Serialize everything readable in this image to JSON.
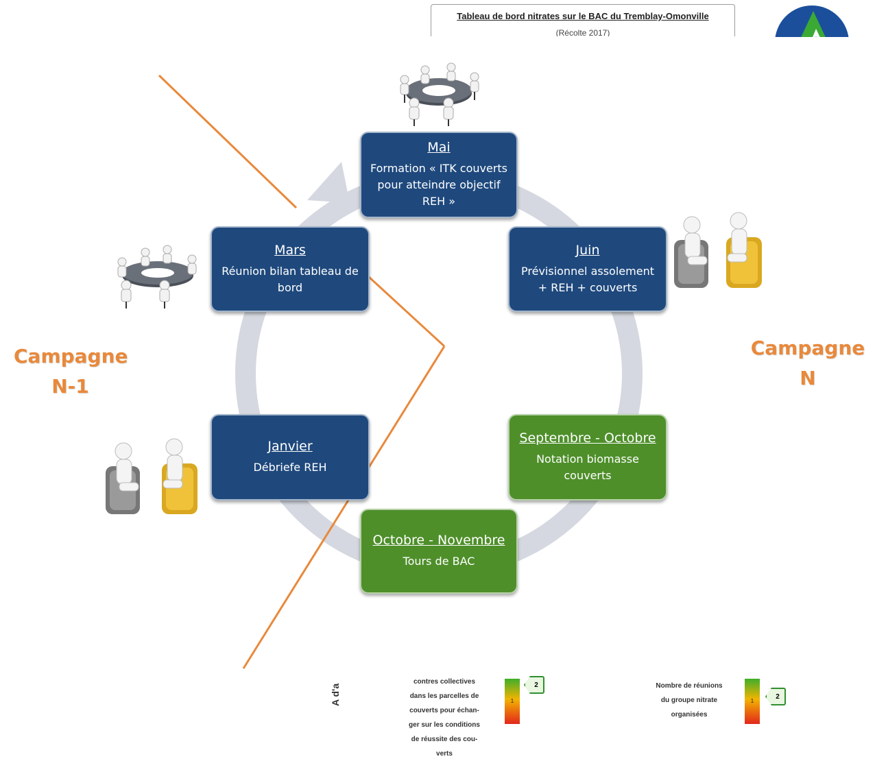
{
  "header": {
    "title": "Tableau de bord nitrates sur le BAC du Tremblay-Omonville",
    "subtitle": "(Récolte 2017)"
  },
  "cycle": {
    "mai": {
      "title": "Mai",
      "desc": "Formation « ITK couverts pour atteindre objectif REH »"
    },
    "juin": {
      "title": "Juin",
      "desc": "Prévisionnel assolement + REH + couverts"
    },
    "sept": {
      "title": "Septembre - Octobre",
      "desc": "Notation biomasse couverts"
    },
    "oct": {
      "title": "Octobre - Novembre",
      "desc": "Tours de BAC"
    },
    "janv": {
      "title": "Janvier",
      "desc": "Débriefe REH"
    },
    "mars": {
      "title": "Mars",
      "desc": "Réunion bilan tableau de bord"
    }
  },
  "campagne": {
    "left_line1": "Campagne",
    "left_line2": "N-1",
    "right": "Campagne N"
  },
  "colors": {
    "blue_box": "#1f497d",
    "green_box": "#4e8f2a",
    "orange": "#e8893c",
    "ring": "#d5d8e0"
  },
  "bottom": {
    "rotated_text": "A d'a",
    "left_lines": [
      "contres collectives",
      "dans les parcelles de",
      "couverts pour échan-",
      "ger sur les conditions",
      "de réussite des cou-",
      "verts"
    ],
    "left_value": "2",
    "left_gauge_mark": "1",
    "right_lines": [
      "Nombre de réunions",
      "du groupe nitrate",
      "organisées"
    ],
    "right_value": "2",
    "right_gauge_mark": "1"
  },
  "icons": [
    "meeting-table-icon",
    "two-people-chairs-icon",
    "logo-icon"
  ]
}
